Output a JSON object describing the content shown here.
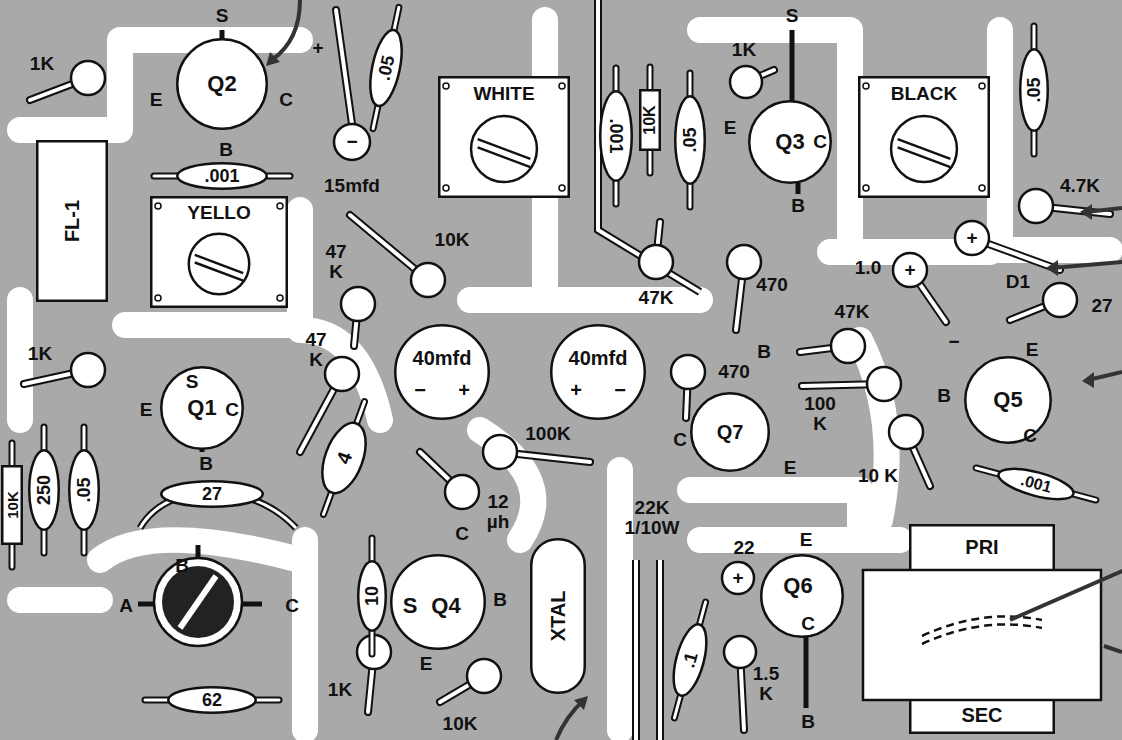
{
  "diagram": {
    "nodes": [
      {
        "text": [
          "FL-1"
        ]
      },
      {
        "text": [
          "YELLO"
        ]
      },
      {
        "text": [
          "WHITE"
        ]
      },
      {
        "text": [
          "BLACK"
        ]
      },
      {
        "text": [
          "Q2"
        ]
      },
      {
        "text": [
          "Q3"
        ]
      },
      {
        "text": [
          "Q1"
        ]
      },
      {
        "text": [
          "Q7"
        ]
      },
      {
        "text": [
          "Q5"
        ]
      },
      {
        "text": [
          "S",
          "Q4"
        ]
      },
      {
        "text": [
          "Q6"
        ]
      },
      {
        "text": [
          "40mfd",
          "−",
          "+"
        ]
      },
      {
        "text": [
          "40mfd",
          "+",
          "−"
        ]
      },
      {
        "text": [
          "XTAL"
        ]
      },
      {
        "text": [
          "PRI",
          "SEC"
        ]
      },
      {
        "text": [
          ".05"
        ]
      },
      {
        "text": [
          ".001"
        ]
      },
      {
        "text": [
          ".001"
        ]
      },
      {
        "text": [
          "10K"
        ]
      },
      {
        "text": [
          ".05"
        ]
      },
      {
        "text": [
          ".05"
        ]
      },
      {
        "text": [
          "4"
        ]
      },
      {
        "text": [
          "27"
        ]
      },
      {
        "text": [
          "250"
        ]
      },
      {
        "text": [
          ".05"
        ]
      },
      {
        "text": [
          "10"
        ]
      },
      {
        "text": [
          ".1"
        ]
      },
      {
        "text": [
          "62"
        ]
      },
      {
        "text": [
          ".001"
        ]
      },
      {
        "text": [
          "10K"
        ]
      }
    ],
    "labels": [
      "1K",
      "S",
      "E",
      "C",
      "B",
      "+",
      "15mfd",
      "1K",
      "S",
      "E",
      "C",
      "B",
      "4.7K",
      "+",
      "D1",
      "27",
      "47 K",
      "10K",
      "47K",
      "470",
      "1.0",
      "+",
      "−",
      "47K",
      "470",
      "100 K",
      "B",
      "E",
      "C",
      "22K 1/10W",
      "1K",
      "S",
      "E",
      "C",
      "B",
      "47 K",
      "12 µh",
      "100K",
      "B",
      "A",
      "C",
      "C",
      "B",
      "E",
      "1K",
      "10K",
      "22",
      "+",
      "E",
      "C",
      "B",
      "1.5 K",
      "10 K",
      "E",
      "B",
      "C",
      "−"
    ]
  }
}
